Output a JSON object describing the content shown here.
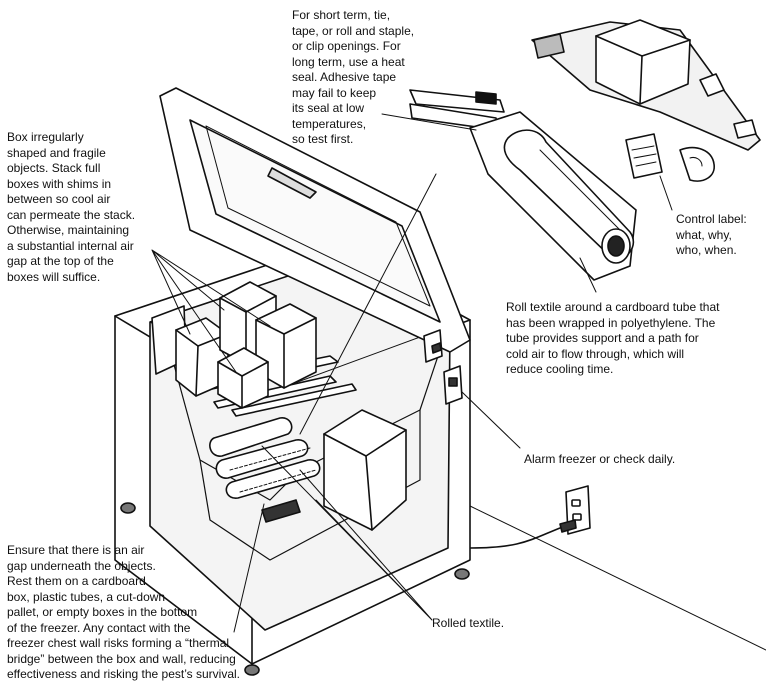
{
  "notes": {
    "box_fragile": "Box irregularly\nshaped and fragile\nobjects. Stack full\nboxes with shims in\nbetween so cool air\ncan permeate the stack.\nOtherwise, maintaining\na substantial internal air\ngap at the top of the\nboxes will suffice.",
    "seal": "For short term, tie,\ntape, or roll and staple,\nor clip openings. For\nlong term, use a heat\nseal. Adhesive tape\nmay fail to keep\nits seal at low\ntemperatures,\nso test first.",
    "control_label": "Control label:\nwhat, why,\nwho, when.",
    "roll_textile": "Roll textile around a cardboard tube that\nhas been wrapped in polyethylene. The\ntube provides support and a path for\ncold air to flow through, which will\nreduce cooling time.",
    "alarm": "Alarm freezer or check daily.",
    "air_gap": "Ensure that there is an air\ngap underneath the objects.\nRest them on a cardboard\nbox, plastic tubes, a cut-down\npallet, or empty boxes in the bottom\nof the freezer. Any contact with the\nfreezer chest wall risks forming a “thermal\nbridge” between the box and wall, reducing\neffectiveness and risking the pest’s survival.",
    "rolled_textile": "Rolled textile."
  }
}
